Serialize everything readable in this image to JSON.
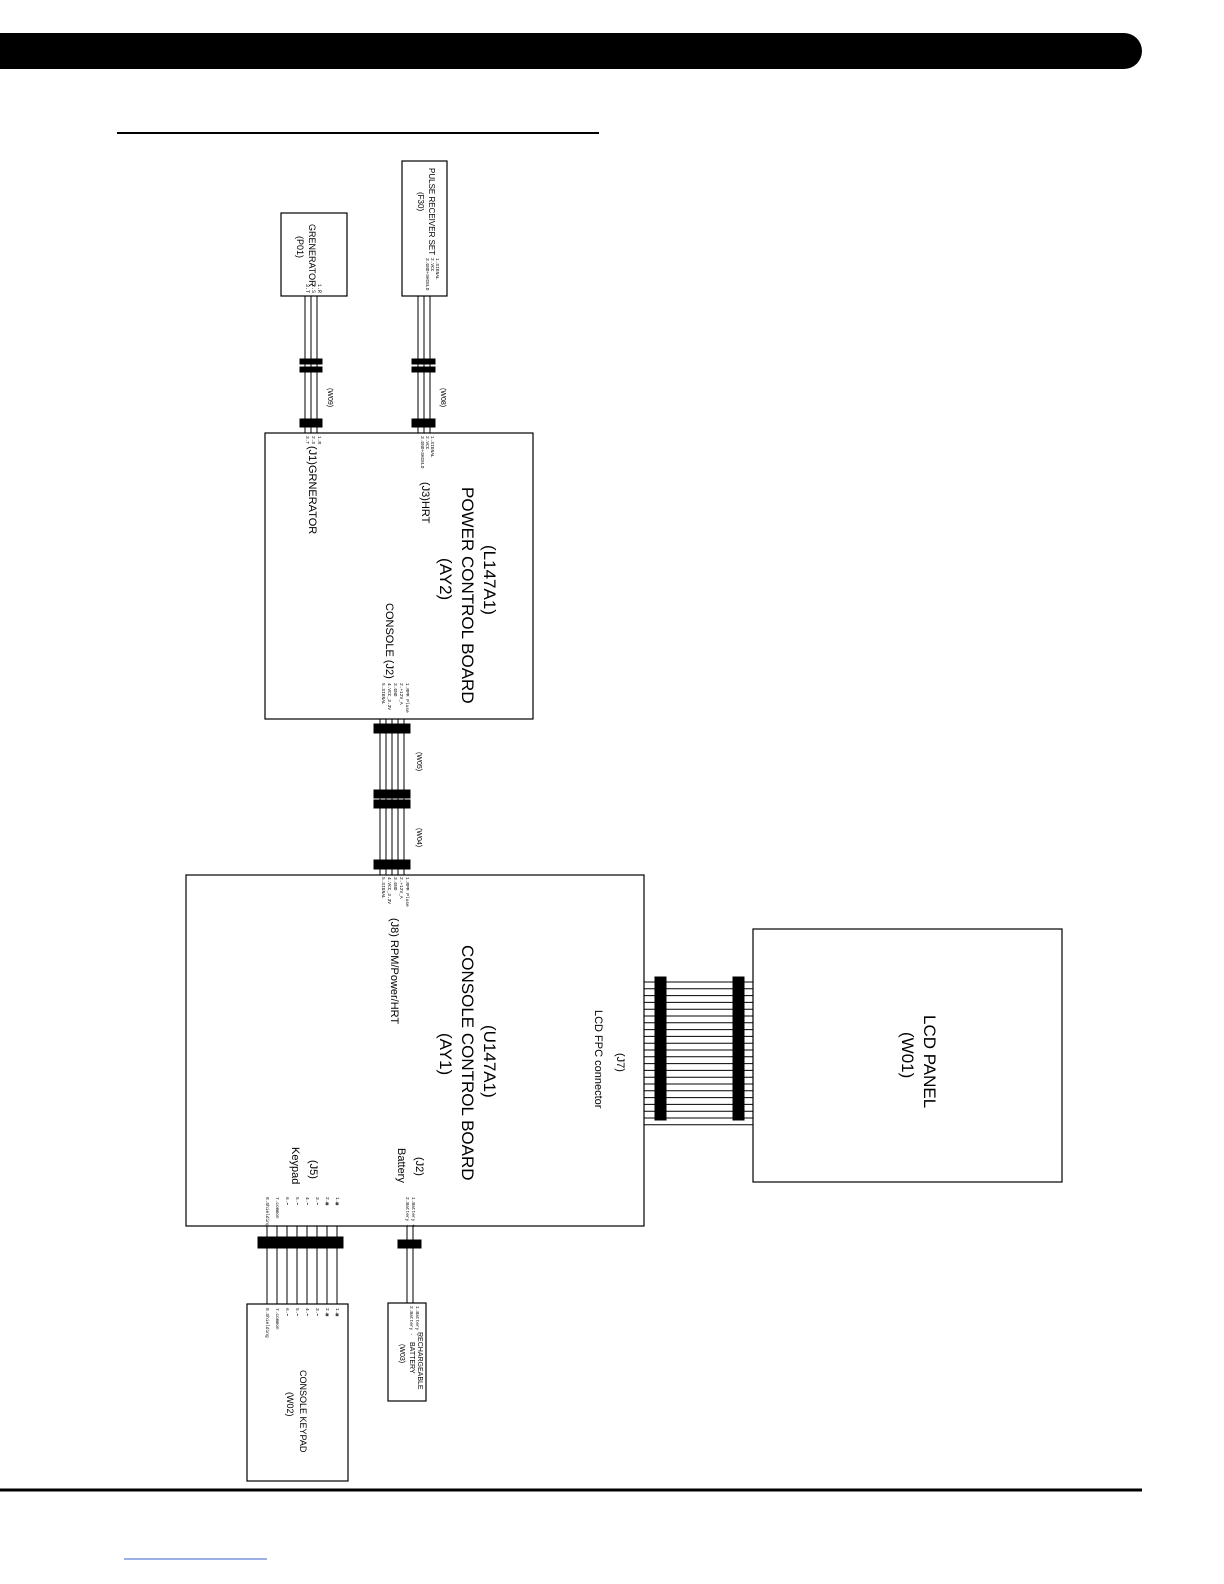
{
  "diagram": {
    "generator": {
      "name": "GRENERATOR",
      "code": "(P01)",
      "pins": [
        "1.R",
        "2.S",
        "3.T"
      ]
    },
    "pulse_receiver": {
      "name": "PULSE RECEIVER SET",
      "code": "(F30)",
      "pins": [
        "1.SIGNAL",
        "2.VCC",
        "3.GND+SHIELD"
      ]
    },
    "harness_w09": "(W09)",
    "harness_w08": "(W08)",
    "harness_w05": "(W05)",
    "harness_w04": "(W04)",
    "power_board": {
      "part": "(L147A1)",
      "name_line1": "POWER CONTROL BOARD",
      "code": "(AY2)",
      "j1": "(J1)GRNERATOR",
      "j3": "(J3)HRT",
      "j2": "CONSOLE (J2)",
      "j1_pins": [
        "1.R",
        "2.S",
        "3.T"
      ],
      "j3_pins": [
        "1.SIGNAL",
        "2.VCC",
        "3.GND+SHIELD"
      ],
      "j2_pins": [
        "1.RPM Pluse",
        "2.+12V_A",
        "3.GND",
        "4.VCC_3.3V",
        "5.SIGNAL"
      ]
    },
    "console_board": {
      "part": "(U147A1)",
      "name_line1": "CONSOLE CONTROL BOARD",
      "code": "(AY1)",
      "j8": "(J8) RPM/Power/HRT",
      "j8_pins": [
        "1.RPM Pluse",
        "2.+12V_A",
        "3.GND",
        "4.VCC_3.3V",
        "5.SIGNAL"
      ],
      "j7_code": "(J7)",
      "j7_name": "LCD FPC connector",
      "j2_code": "(J2)",
      "j2_name": "Battery",
      "j5_code": "(J5)",
      "j5_name": "Keypad",
      "j2_pins": [
        "1.Battery +",
        "2.Battery -"
      ],
      "j5_pins": [
        "1.▦",
        "2.▦",
        "3.⬅",
        "4.⬅",
        "5.⬅",
        "6.⬅",
        "7.common",
        "8.Shielding"
      ]
    },
    "lcd_panel": {
      "name": "LCD PANEL",
      "code": "(W01)"
    },
    "keypad": {
      "name": "CONSOLE KEYPAD",
      "code": "(W02)",
      "pins": [
        "1.▦",
        "2.▦",
        "3.⬅",
        "4.⬅",
        "5.⬅",
        "6.⬅",
        "7.common",
        "8.Shielding"
      ]
    },
    "battery": {
      "name_line1": "RECHARGEABLE",
      "name_line2": "BATTERY",
      "code": "(W03)",
      "pins": [
        "1.Battery +",
        "2.Battery -"
      ]
    }
  }
}
